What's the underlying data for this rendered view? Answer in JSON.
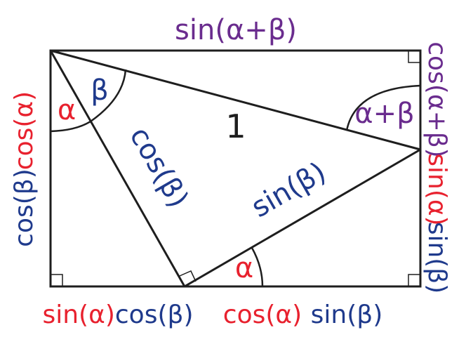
{
  "colors": {
    "red": "#e8212e",
    "blue": "#1f3a8c",
    "purple": "#6a2c8e",
    "black": "#1e1e1e"
  },
  "labels": {
    "top": "sin(α+β)",
    "hypotenuse": "1",
    "cos_beta": "cos(β)",
    "sin_beta": "sin(β)",
    "angle_alpha_top": "α",
    "angle_beta_top": "β",
    "angle_alpha_bottom": "α",
    "angle_sum": "α+β",
    "bottom_left_sin": "sin(α)",
    "bottom_left_cos": "cos(β)",
    "bottom_right_cos": "cos(α)",
    "bottom_right_sin": "sin(β)",
    "left_cos_alpha": "cos(α)",
    "left_cos_beta": "cos(β)",
    "right_cos_sum": "cos(α+β)",
    "right_sin_alpha": "sin(α)",
    "right_sin_beta": "sin(β)"
  }
}
